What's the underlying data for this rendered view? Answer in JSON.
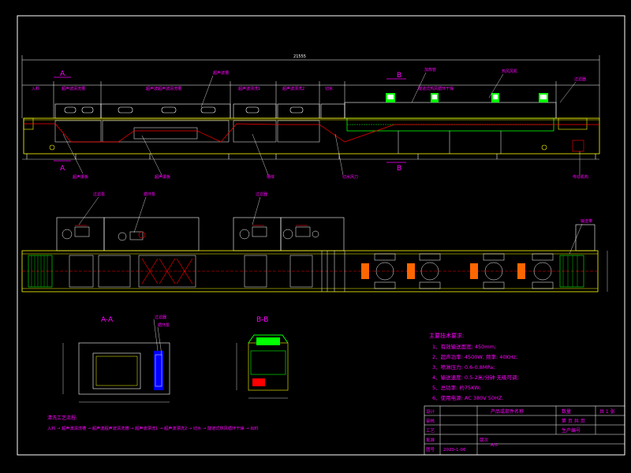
{
  "section_markers": {
    "a_top": "A",
    "a_bottom": "A",
    "b_top": "B",
    "b_bottom": "B"
  },
  "overall_dim": "21555",
  "elevation_sections": [
    "入料",
    "超声波清洗槽",
    "超声波超声波清洗槽",
    "超声波漂洗1",
    "超声波漂洗2",
    "切水",
    "隧道式热风循环干燥"
  ],
  "elevation_callouts": {
    "tank_top": "超声波槽",
    "heater": "加热管",
    "fan": "热风风机",
    "filter_box": "过滤器",
    "ultrasonic_plate": "超声振板",
    "tank": "槽体",
    "air_knife": "切水风刀",
    "drive": "传动机构"
  },
  "plan_callouts": {
    "filter_pump": "过滤泵",
    "circ_pump": "循环泵",
    "filter2": "过滤器",
    "mesh_belt": "输送带"
  },
  "section_titles": {
    "aa": "A-A",
    "bb": "B-B"
  },
  "aa_callouts": {
    "filter": "过滤器",
    "pump": "循环泵"
  },
  "tech_requirements": {
    "title": "主要技术要求:",
    "items": [
      "1、有效输送面宽: 450mm;",
      "2、超声功率: 4500W, 频率: 40KHz;",
      "3、喷淋压力: 0.6-0.8MPa;",
      "4、输送速度: 0.5-2米/分钟 无级可调;",
      "5、总功率: 约75KW;",
      "6、使用电源: AC 380V  50HZ."
    ]
  },
  "process": {
    "title": "清洗工艺流程:",
    "text": "入料 → 超声波清洗槽 → 超声波超声波清洗槽 → 超声波漂洗1 → 超声波漂洗2 → 切水 → 隧道式热风循环干燥 → 出料"
  },
  "title_block": {
    "labels": [
      "设计",
      "审核",
      "工艺",
      "批准",
      "图号"
    ],
    "drawing_no": "2020-1-06",
    "product_label": "产品或部件名称",
    "qty_label": "数量",
    "sheet_label": "共 1 张",
    "weight_label": "第 页 共 页",
    "prod_no_label": "生产编号",
    "version_label": "版次",
    "version": "A/0"
  }
}
